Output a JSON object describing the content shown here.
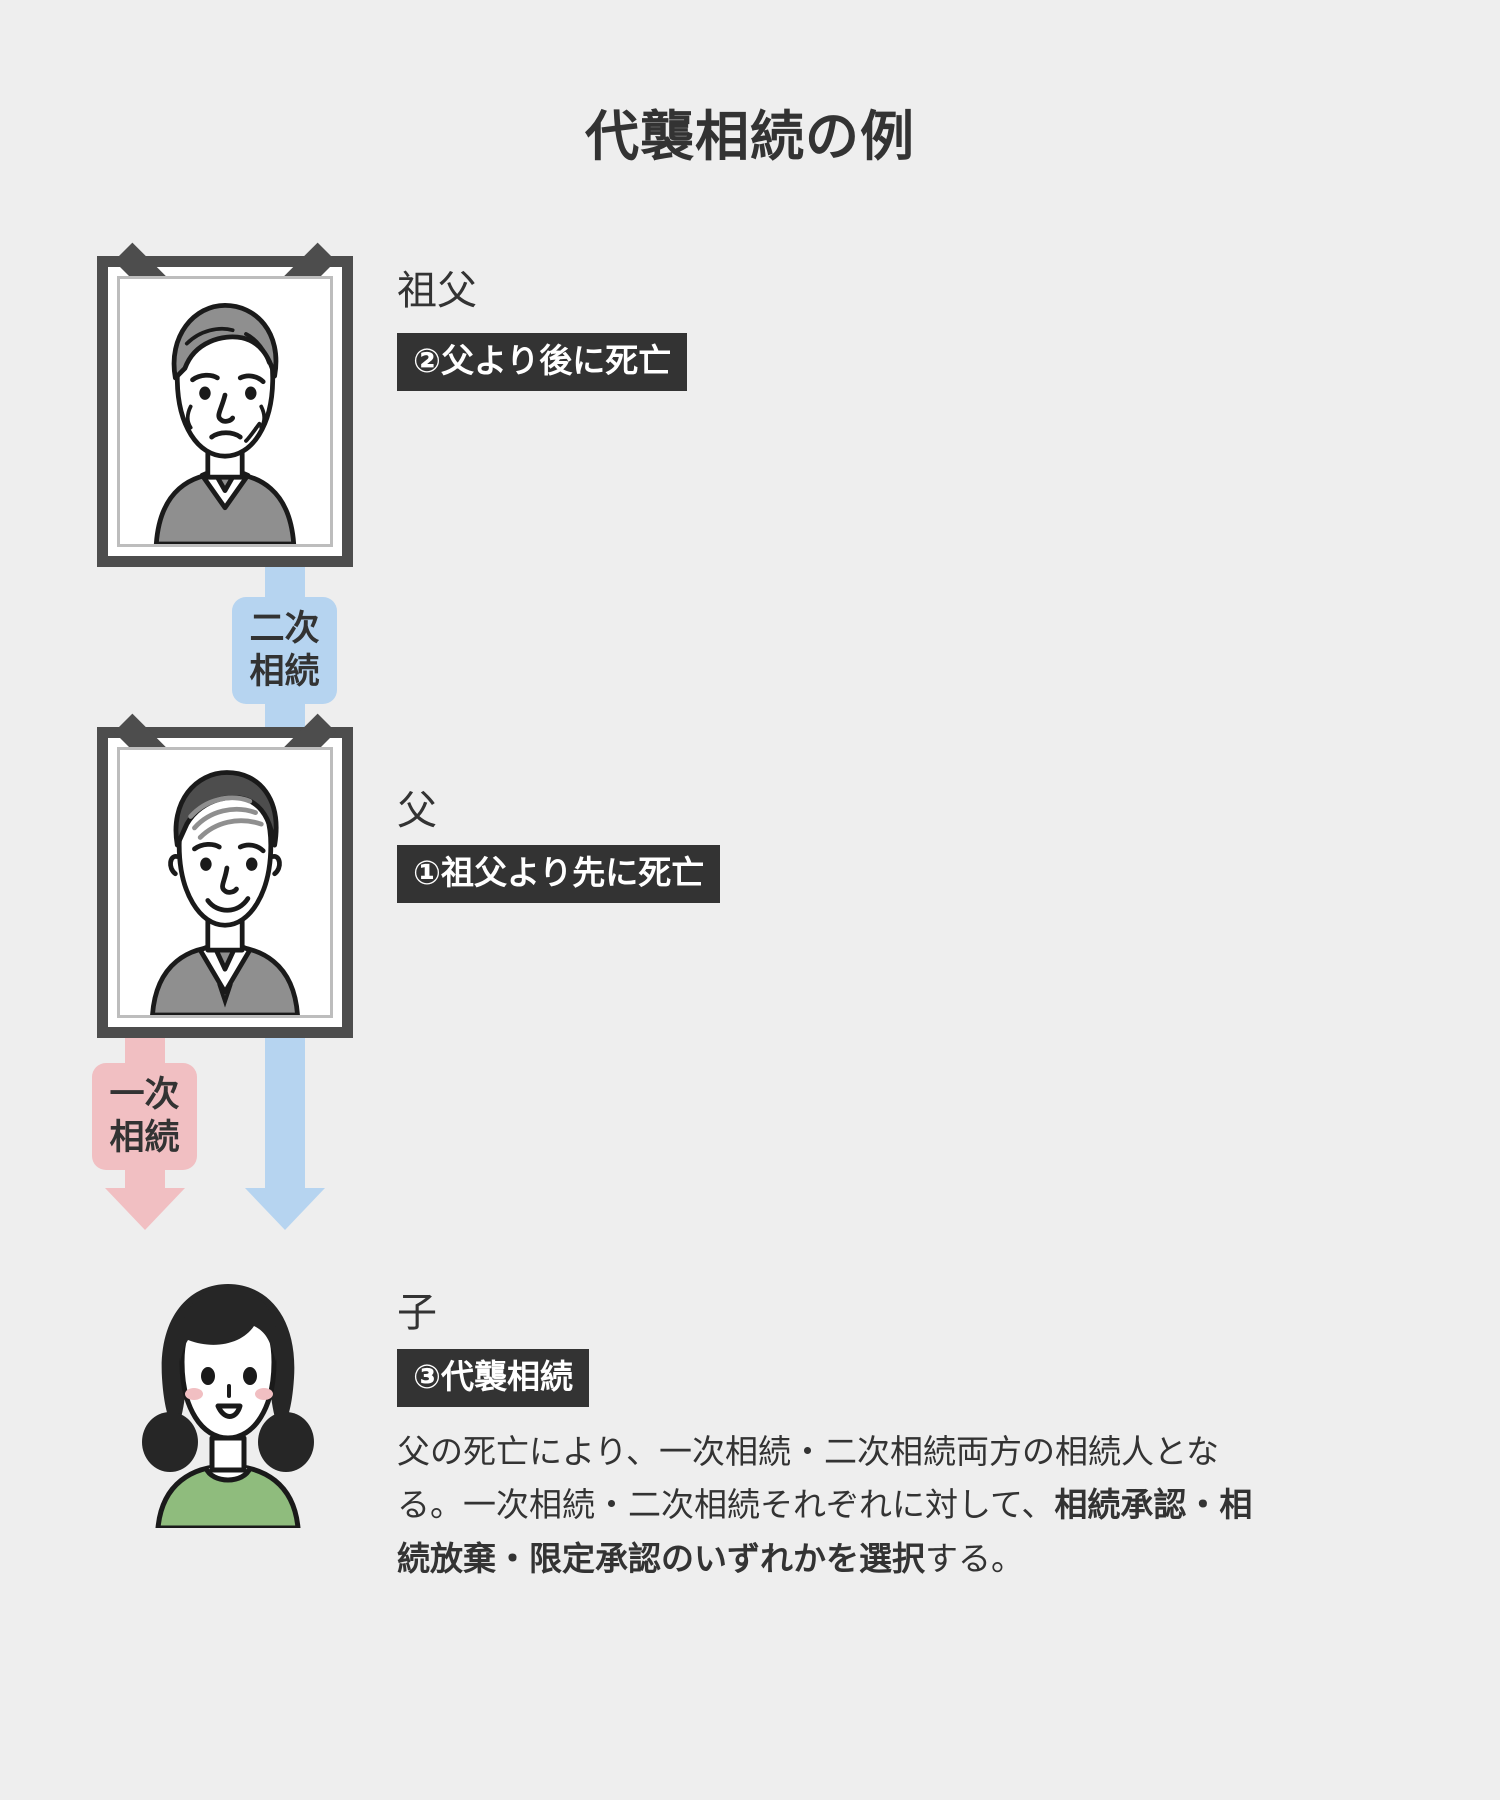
{
  "page": {
    "title": "代襲相続の例",
    "background_color": "#eeeeee",
    "text_color": "#333333"
  },
  "colors": {
    "badge_bg": "#333333",
    "badge_text": "#ffffff",
    "secondary_inheritance": "#b6d4f0",
    "primary_inheritance": "#f1bfc2",
    "frame": "#4d4d4d"
  },
  "people": [
    {
      "id": "grandfather",
      "name": "祖父",
      "badge": "②父より後に死亡",
      "portrait": "memorial-photo-elderly-man",
      "deceased": true
    },
    {
      "id": "father",
      "name": "父",
      "badge": "①祖父より先に死亡",
      "portrait": "memorial-photo-man",
      "deceased": true
    },
    {
      "id": "child",
      "name": "子",
      "badge": "③代襲相続",
      "portrait": "illustration-young-woman",
      "deceased": false
    }
  ],
  "arrows": [
    {
      "id": "secondary",
      "label": "二次\n相続",
      "label_plain": "二次相続",
      "color": "#b6d4f0",
      "from": "grandfather",
      "to": "father"
    },
    {
      "id": "secondary-to-child",
      "label": "",
      "color": "#b6d4f0",
      "from": "father",
      "to": "child"
    },
    {
      "id": "primary",
      "label": "一次\n相続",
      "label_plain": "一次相続",
      "color": "#f1bfc2",
      "from": "father",
      "to": "child"
    }
  ],
  "description": {
    "line1": "父の死亡により、一次相続・二次相続両方の相続人となる。",
    "line2_prefix": "一次相続・二次相続それぞれに対して、",
    "line2_bold": "相続承認・相続放棄・限定承認のいずれかを選択",
    "line2_suffix": "する。",
    "full": "父の死亡により、一次相続・二次相続両方の相続人となる。一次相続・二次相続それぞれに対して、相続承認・相続放棄・限定承認のいずれかを選択する。"
  }
}
